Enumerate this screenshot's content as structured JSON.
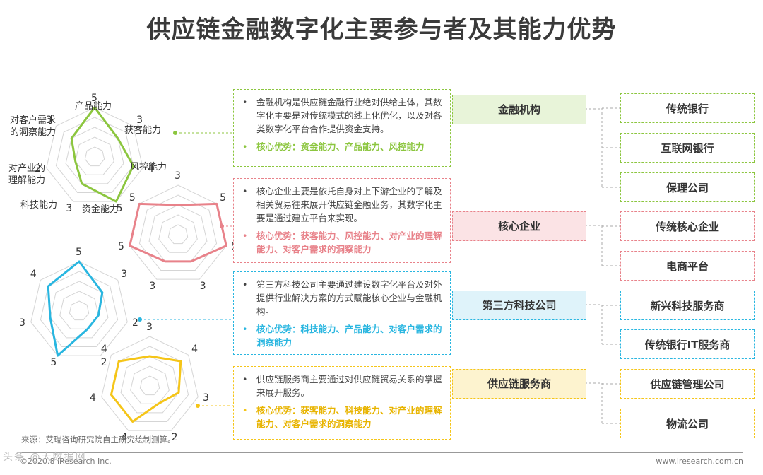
{
  "title": "供应链金融数字化主要参与者及其能力优势",
  "dimensions": [
    "产品能力",
    "获客能力",
    "风控能力",
    "资金能力",
    "科技能力",
    "对产业的\n理解能力",
    "对客户需求\n的洞察能力"
  ],
  "participants": [
    {
      "name": "金融机构",
      "color": "#8cc63f",
      "fill": "#e8f4d9",
      "values": [
        5,
        3,
        4,
        5,
        3,
        2,
        3
      ],
      "description": "金融机构是供应链金融行业绝对供给主体，其数字化主要是对传统模式的线上化优化，以及对各类数字化平台合作提供资金支持。",
      "advantage": "核心优势：资金能力、产品能力、风控能力",
      "subs": [
        "传统银行",
        "互联网银行",
        "保理公司"
      ]
    },
    {
      "name": "核心企业",
      "color": "#e8828a",
      "fill": "#fbe3e5",
      "values": [
        3,
        5,
        5,
        3,
        3,
        5,
        5
      ],
      "description": "核心企业主要是依托自身对上下游企业的了解及相关贸易往来展开供应链金融业务，其数字化主要是通过建立平台来实现。",
      "advantage": "核心优势：获客能力、风控能力、对产业的理解能力、对客户需求的洞察能力",
      "subs": [
        "传统核心企业",
        "电商平台"
      ]
    },
    {
      "name": "第三方科技公司",
      "color": "#29b6e0",
      "fill": "#dff3fa",
      "values": [
        5,
        3,
        2,
        2,
        5,
        3,
        4
      ],
      "description": "第三方科技公司主要通过建设数字化平台及对外提供行业解决方案的方式赋能核心企业与金融机构。",
      "advantage": "核心优势：科技能力、产品能力、对客户需求的洞察能力",
      "subs": [
        "新兴科技服务商",
        "传统银行IT服务商"
      ]
    },
    {
      "name": "供应链服务商",
      "color": "#f5c518",
      "fill": "#fdf3cf",
      "values": [
        3,
        4,
        3,
        2,
        4,
        4,
        4
      ],
      "description": "供应链服务商主要通过对供应链贸易关系的掌握来展开服务。",
      "advantage": "核心优势：获客能力、科技能力、对产业的理解能力、对客户需求的洞察能力",
      "subs": [
        "供应链管理公司",
        "物流公司"
      ]
    }
  ],
  "bullet": "•",
  "source": "来源：艾瑞咨询研究院自主研究绘制测算。",
  "copyright": "©2020.8 iResearch Inc.",
  "website": "www.iresearch.com.cn",
  "watermark": "头条 @大数据网"
}
